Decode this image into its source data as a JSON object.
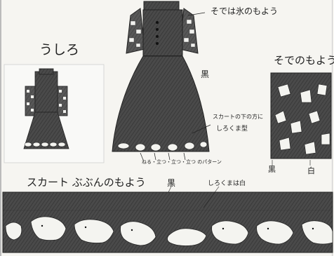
{
  "labels": {
    "back_view": "うしろ",
    "sleeve_pattern_title": "そでのもよう",
    "sleeve_note": "そでは氷のもよう",
    "black_1": "黒",
    "hem_note_line1": "スカートの下の方に",
    "hem_note_line2": "しろくま型",
    "bear_pattern": "ねる・立つ・立つ・立つ のパターン",
    "black_2": "黒",
    "white": "白",
    "skirt_title": "スカート ぶぶんのもよう",
    "black_3": "黒",
    "bear_white_note": "しろくまは白"
  },
  "colors": {
    "paper": "#f6f5f1",
    "pencil_dark": "#3a3a3a",
    "pencil_mid": "#5a5a5a",
    "white_fill": "#f4f4f0"
  }
}
